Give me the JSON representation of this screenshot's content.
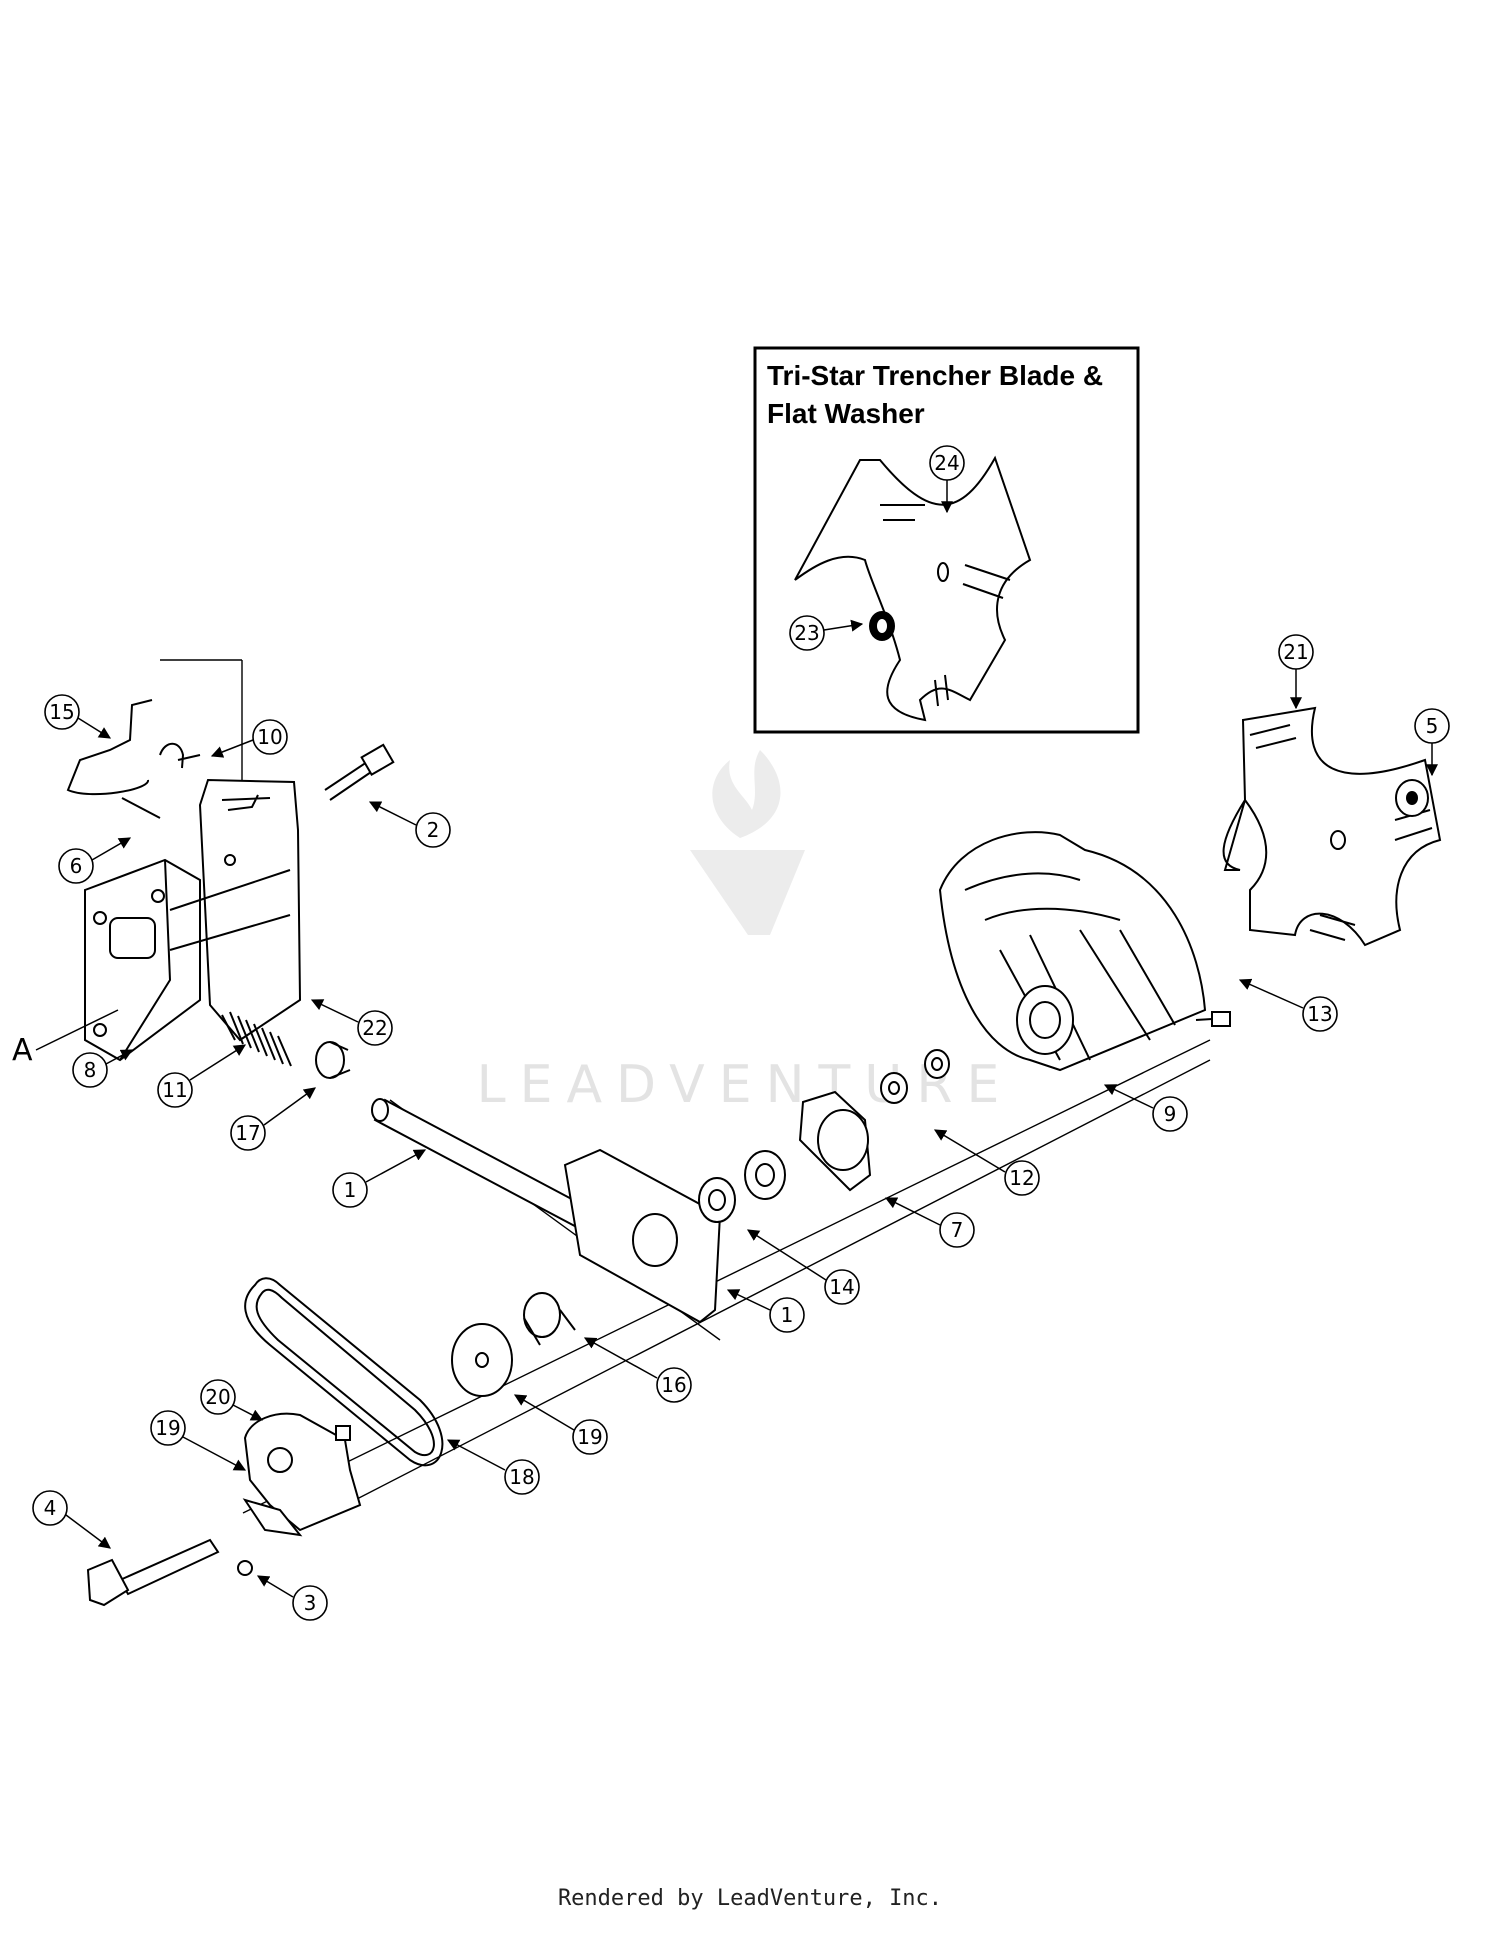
{
  "inset": {
    "title_line1": "Tri-Star Trencher Blade &",
    "title_line2": "Flat Washer"
  },
  "reference_letter": "A",
  "watermark": "LEADVENTURE",
  "footer": "Rendered by LeadVenture, Inc.",
  "callouts": {
    "c1a": "1",
    "c1b": "1",
    "c2": "2",
    "c3": "3",
    "c4": "4",
    "c5": "5",
    "c6": "6",
    "c7": "7",
    "c8": "8",
    "c9": "9",
    "c10": "10",
    "c11": "11",
    "c12": "12",
    "c13": "13",
    "c14": "14",
    "c15": "15",
    "c16": "16",
    "c17": "17",
    "c18": "18",
    "c19a": "19",
    "c19b": "19",
    "c20": "20",
    "c21": "21",
    "c22": "22",
    "c23": "23",
    "c24": "24"
  }
}
